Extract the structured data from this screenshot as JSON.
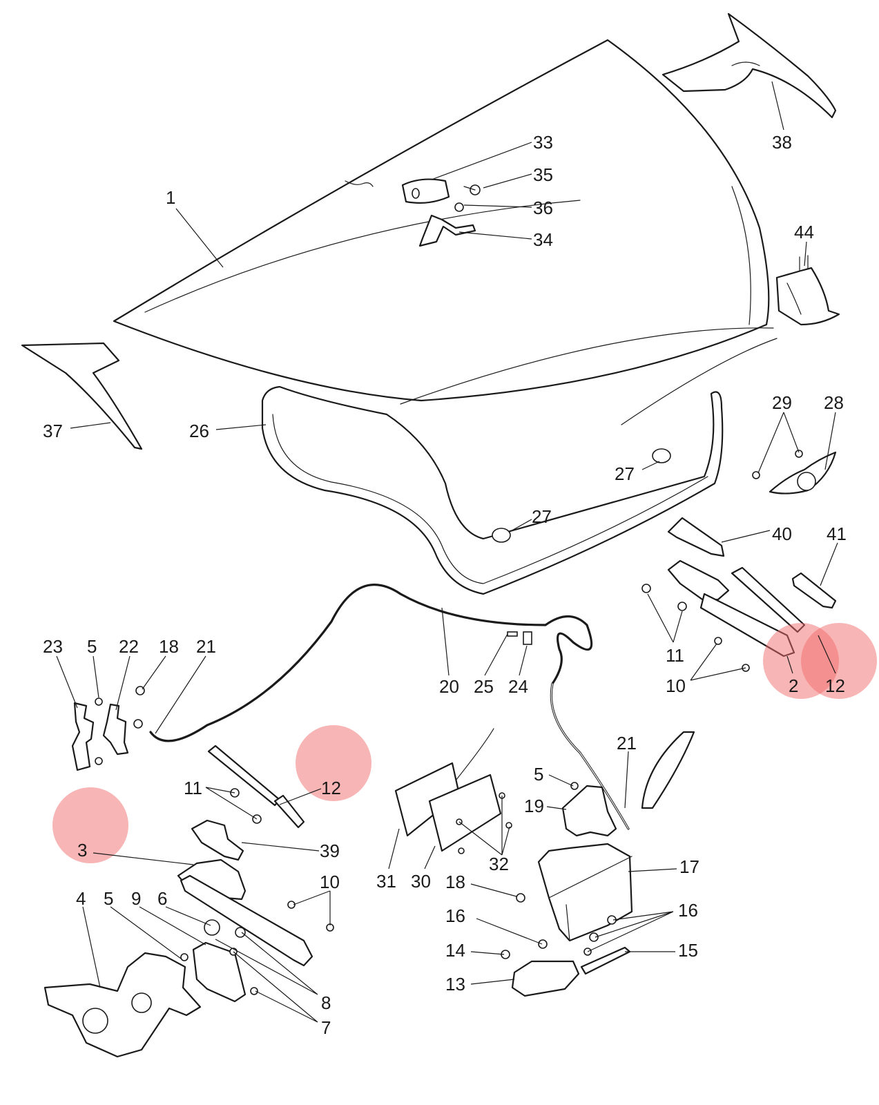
{
  "highlight_color": "#f26b6b",
  "highlight_opacity": 0.5,
  "callouts": [
    {
      "id": "c1",
      "text": "1"
    },
    {
      "id": "c33",
      "text": "33"
    },
    {
      "id": "c35",
      "text": "35"
    },
    {
      "id": "c36",
      "text": "36"
    },
    {
      "id": "c34",
      "text": "34"
    },
    {
      "id": "c38",
      "text": "38"
    },
    {
      "id": "c44",
      "text": "44"
    },
    {
      "id": "c37",
      "text": "37"
    },
    {
      "id": "c26",
      "text": "26"
    },
    {
      "id": "c29",
      "text": "29"
    },
    {
      "id": "c28",
      "text": "28"
    },
    {
      "id": "c27a",
      "text": "27"
    },
    {
      "id": "c27b",
      "text": "27"
    },
    {
      "id": "c40",
      "text": "40"
    },
    {
      "id": "c41",
      "text": "41"
    },
    {
      "id": "c11r",
      "text": "11"
    },
    {
      "id": "c10r",
      "text": "10"
    },
    {
      "id": "c2",
      "text": "2"
    },
    {
      "id": "c12r",
      "text": "12"
    },
    {
      "id": "c23",
      "text": "23"
    },
    {
      "id": "c5a",
      "text": "5"
    },
    {
      "id": "c22",
      "text": "22"
    },
    {
      "id": "c18a",
      "text": "18"
    },
    {
      "id": "c21a",
      "text": "21"
    },
    {
      "id": "c20",
      "text": "20"
    },
    {
      "id": "c25",
      "text": "25"
    },
    {
      "id": "c24",
      "text": "24"
    },
    {
      "id": "c21b",
      "text": "21"
    },
    {
      "id": "c11l",
      "text": "11"
    },
    {
      "id": "c12l",
      "text": "12"
    },
    {
      "id": "c5b",
      "text": "5"
    },
    {
      "id": "c19",
      "text": "19"
    },
    {
      "id": "c3",
      "text": "3"
    },
    {
      "id": "c39",
      "text": "39"
    },
    {
      "id": "c31",
      "text": "31"
    },
    {
      "id": "c30",
      "text": "30"
    },
    {
      "id": "c32",
      "text": "32"
    },
    {
      "id": "c17",
      "text": "17"
    },
    {
      "id": "c10l",
      "text": "10"
    },
    {
      "id": "c18b",
      "text": "18"
    },
    {
      "id": "c4",
      "text": "4"
    },
    {
      "id": "c5c",
      "text": "5"
    },
    {
      "id": "c9",
      "text": "9"
    },
    {
      "id": "c6",
      "text": "6"
    },
    {
      "id": "c16a",
      "text": "16"
    },
    {
      "id": "c16b",
      "text": "16"
    },
    {
      "id": "c14",
      "text": "14"
    },
    {
      "id": "c15",
      "text": "15"
    },
    {
      "id": "c13",
      "text": "13"
    },
    {
      "id": "c8",
      "text": "8"
    },
    {
      "id": "c7",
      "text": "7"
    }
  ]
}
